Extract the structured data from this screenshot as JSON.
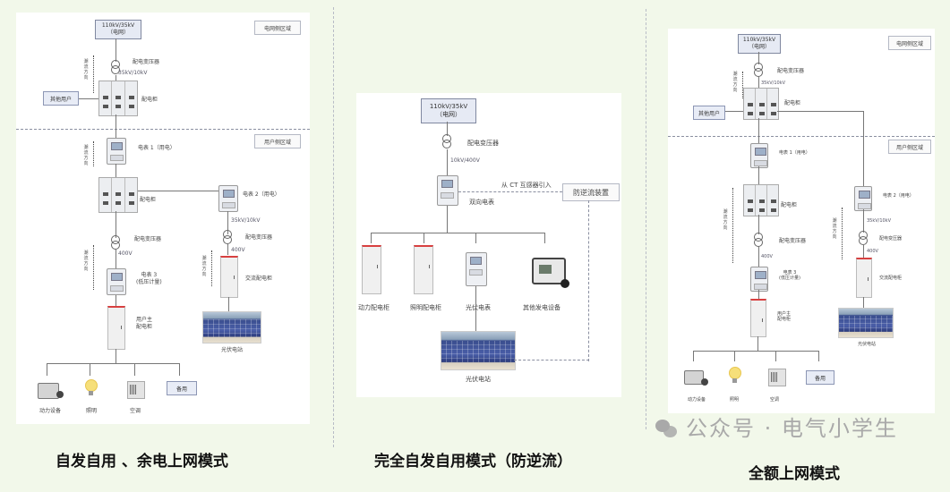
{
  "colors": {
    "background": "#f2f8ea",
    "panel": "#ffffff",
    "grid_box_fill": "#e6eaf4",
    "cabinet_stripe": "#d84040",
    "caption_text": "#111111",
    "watermark": "#a9a9a9"
  },
  "panel1": {
    "grid_source": {
      "line1": "110kV/35kV",
      "line2": "（电网）"
    },
    "grid_region": "电网侧区域",
    "user_region": "用户侧区域",
    "transformer1": "配电变压器",
    "voltage1": "35kV/10kV",
    "flow_label_down": "潮流方向",
    "other_users": "其他用户",
    "switchgear1": "配电柜",
    "meter1": "电表 1（用电）",
    "switchgear2": "配电柜",
    "meter2": "电表 2（用电）",
    "voltage_pv": "35kV/10kV",
    "transformer_pv": "配电变压器",
    "voltage_pv_low": "400V",
    "flow_label_up": "潮流方向",
    "ac_cabinet": "交流配电柜",
    "pv_station": "光伏电站",
    "transformer2": "配电变压器",
    "voltage2": "400V",
    "flow_label_down2": "潮流方向",
    "meter3_line1": "电表 3",
    "meter3_line2": "(低压计量)",
    "user_cabinet_line1": "用户主",
    "user_cabinet_line2": "配电柜",
    "loads": [
      "动力设备",
      "照明",
      "空调",
      "备用"
    ],
    "caption": "自发自用 、余电上网模式"
  },
  "panel2": {
    "grid_source": {
      "line1": "110kV/35kV",
      "line2": "（电网）"
    },
    "transformer": "配电变压器",
    "voltage": "10kV/400V",
    "ct_label": "从 CT 互感器引入",
    "anti_backflow": "防逆流装置",
    "bidirectional_meter": "双向电表",
    "loads": [
      "动力配电柜",
      "照明配电柜",
      "光伏电表",
      "其他发电设备"
    ],
    "pv_station": "光伏电站",
    "caption": "完全自发自用模式（防逆流）"
  },
  "panel3": {
    "grid_source": {
      "line1": "110kV/35kV",
      "line2": "（电网）"
    },
    "grid_region": "电网侧区域",
    "user_region": "用户侧区域",
    "transformer1": "配电变压器",
    "voltage1": "35kV/10kV",
    "flow_label_down": "潮流方向",
    "other_users": "其他用户",
    "switchgear1": "配电柜",
    "meter1": "电表 1（用电）",
    "switchgear2": "配电柜",
    "flow_label_down2": "潮流方向",
    "transformer2": "配电变压器",
    "voltage2": "400V",
    "meter3_line1": "电表 3",
    "meter3_line2": "(低压计量)",
    "user_cabinet_line1": "用户主",
    "user_cabinet_line2": "配电柜",
    "meter2": "电表 2（用电）",
    "voltage_pv": "35kV/10kV",
    "flow_label_up": "潮流方向",
    "transformer_pv": "配电变压器",
    "voltage_pv_low": "400V",
    "ac_cabinet": "交流配电柜",
    "pv_station": "光伏电站",
    "loads": [
      "动力设备",
      "照明",
      "空调",
      "备用"
    ],
    "caption": "全额上网模式"
  },
  "watermark": {
    "text": "公众号 · 电气小学生",
    "icon": "wechat-icon"
  }
}
